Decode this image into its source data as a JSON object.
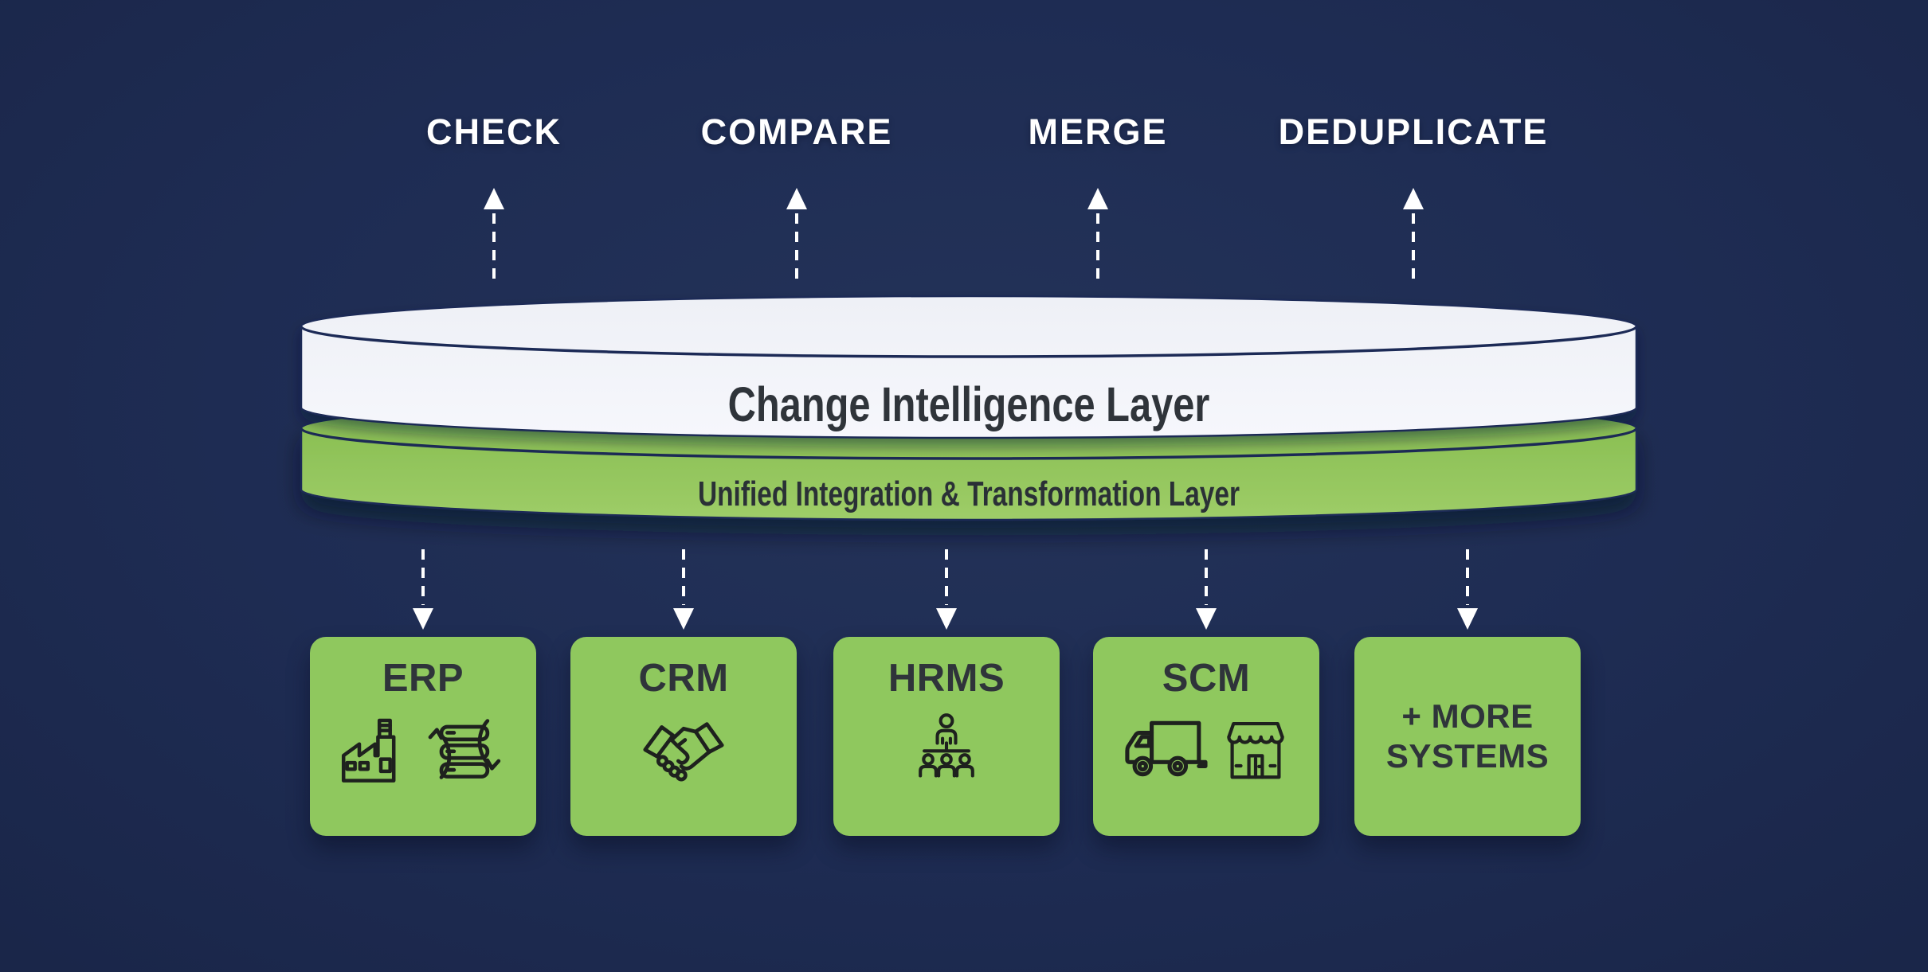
{
  "diagram": {
    "title_region": {
      "operations": [
        "CHECK",
        "COMPARE",
        "MERGE",
        "DEDUPLICATE"
      ]
    },
    "layers": {
      "intelligence_label": "Change Intelligence Layer",
      "integration_label": "Unified Integration & Transformation Layer"
    },
    "systems": [
      {
        "label": "ERP",
        "icons": [
          "factory-icon",
          "sync-servers-icon"
        ]
      },
      {
        "label": "CRM",
        "icons": [
          "handshake-icon"
        ]
      },
      {
        "label": "HRMS",
        "icons": [
          "org-chart-icon"
        ]
      },
      {
        "label": "SCM",
        "icons": [
          "truck-icon",
          "store-icon"
        ]
      },
      {
        "label": "+ MORE SYSTEMS",
        "icons": []
      }
    ],
    "colors": {
      "background_center": "#243359",
      "background_edge": "#1a2649",
      "green": "#8fc85e",
      "green_disc_top": "#84bb4d",
      "green_disc_bottom": "#9ecd68",
      "disc_white": "#f2f3f8",
      "outline_navy": "#1c2b57",
      "text_dark": "#2f343a",
      "text_light": "#ffffff",
      "icon_stroke": "#1e211e"
    }
  }
}
